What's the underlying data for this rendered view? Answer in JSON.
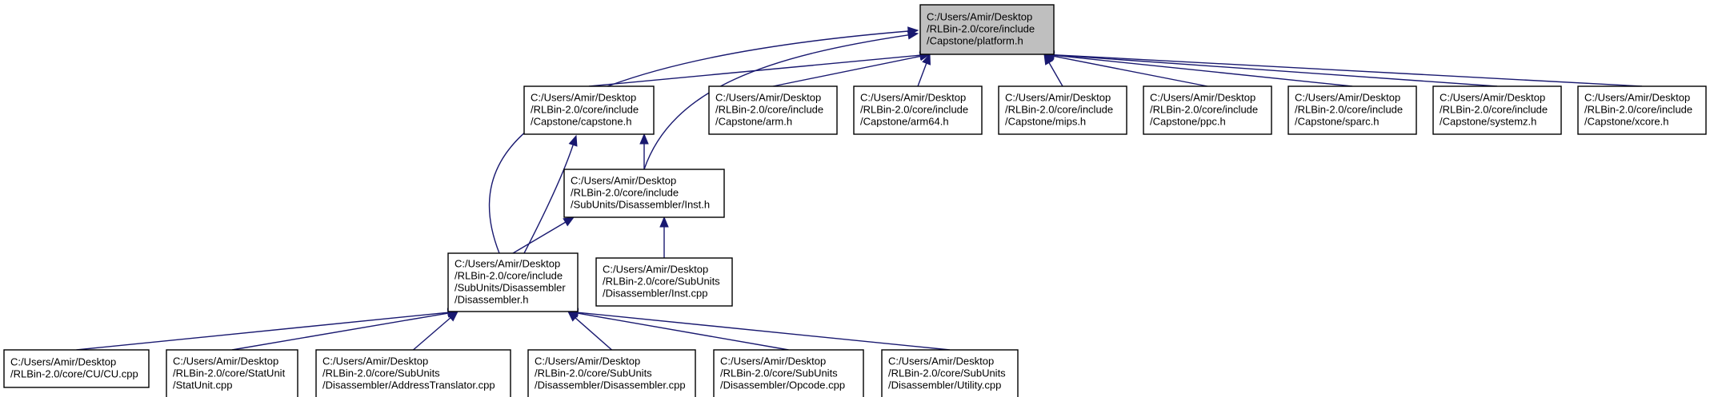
{
  "colors": {
    "node_fill": "#ffffff",
    "root_fill": "#bfbfbf",
    "node_border": "#000000",
    "edge": "#191970",
    "text": "#000000"
  },
  "graph": {
    "nodes": [
      {
        "id": "platform",
        "root": true,
        "lines": [
          "C:/Users/Amir/Desktop",
          "/RLBin-2.0/core/include",
          "/Capstone/platform.h"
        ]
      },
      {
        "id": "capstone",
        "lines": [
          "C:/Users/Amir/Desktop",
          "/RLBin-2.0/core/include",
          "/Capstone/capstone.h"
        ]
      },
      {
        "id": "arm",
        "lines": [
          "C:/Users/Amir/Desktop",
          "/RLBin-2.0/core/include",
          "/Capstone/arm.h"
        ]
      },
      {
        "id": "arm64",
        "lines": [
          "C:/Users/Amir/Desktop",
          "/RLBin-2.0/core/include",
          "/Capstone/arm64.h"
        ]
      },
      {
        "id": "mips",
        "lines": [
          "C:/Users/Amir/Desktop",
          "/RLBin-2.0/core/include",
          "/Capstone/mips.h"
        ]
      },
      {
        "id": "ppc",
        "lines": [
          "C:/Users/Amir/Desktop",
          "/RLBin-2.0/core/include",
          "/Capstone/ppc.h"
        ]
      },
      {
        "id": "sparc",
        "lines": [
          "C:/Users/Amir/Desktop",
          "/RLBin-2.0/core/include",
          "/Capstone/sparc.h"
        ]
      },
      {
        "id": "systemz",
        "lines": [
          "C:/Users/Amir/Desktop",
          "/RLBin-2.0/core/include",
          "/Capstone/systemz.h"
        ]
      },
      {
        "id": "xcore",
        "lines": [
          "C:/Users/Amir/Desktop",
          "/RLBin-2.0/core/include",
          "/Capstone/xcore.h"
        ]
      },
      {
        "id": "inst_h",
        "lines": [
          "C:/Users/Amir/Desktop",
          "/RLBin-2.0/core/include",
          "/SubUnits/Disassembler/Inst.h"
        ]
      },
      {
        "id": "disassembler_h",
        "lines": [
          "C:/Users/Amir/Desktop",
          "/RLBin-2.0/core/include",
          "/SubUnits/Disassembler",
          "/Disassembler.h"
        ]
      },
      {
        "id": "inst_cpp",
        "lines": [
          "C:/Users/Amir/Desktop",
          "/RLBin-2.0/core/SubUnits",
          "/Disassembler/Inst.cpp"
        ]
      },
      {
        "id": "cu_cpp",
        "lines": [
          "C:/Users/Amir/Desktop",
          "/RLBin-2.0/core/CU/CU.cpp"
        ]
      },
      {
        "id": "statunit_cpp",
        "lines": [
          "C:/Users/Amir/Desktop",
          "/RLBin-2.0/core/StatUnit",
          "/StatUnit.cpp"
        ]
      },
      {
        "id": "addresstranslator_cpp",
        "lines": [
          "C:/Users/Amir/Desktop",
          "/RLBin-2.0/core/SubUnits",
          "/Disassembler/AddressTranslator.cpp"
        ]
      },
      {
        "id": "disassembler_cpp",
        "lines": [
          "C:/Users/Amir/Desktop",
          "/RLBin-2.0/core/SubUnits",
          "/Disassembler/Disassembler.cpp"
        ]
      },
      {
        "id": "opcode_cpp",
        "lines": [
          "C:/Users/Amir/Desktop",
          "/RLBin-2.0/core/SubUnits",
          "/Disassembler/Opcode.cpp"
        ]
      },
      {
        "id": "utility_cpp",
        "lines": [
          "C:/Users/Amir/Desktop",
          "/RLBin-2.0/core/SubUnits",
          "/Disassembler/Utility.cpp"
        ]
      }
    ],
    "edges": [
      {
        "from": "capstone",
        "to": "platform"
      },
      {
        "from": "arm",
        "to": "platform"
      },
      {
        "from": "arm64",
        "to": "platform"
      },
      {
        "from": "mips",
        "to": "platform"
      },
      {
        "from": "ppc",
        "to": "platform"
      },
      {
        "from": "sparc",
        "to": "platform"
      },
      {
        "from": "systemz",
        "to": "platform"
      },
      {
        "from": "xcore",
        "to": "platform"
      },
      {
        "from": "inst_h",
        "to": "platform"
      },
      {
        "from": "disassembler_h",
        "to": "platform"
      },
      {
        "from": "inst_h",
        "to": "capstone"
      },
      {
        "from": "disassembler_h",
        "to": "capstone"
      },
      {
        "from": "disassembler_h",
        "to": "inst_h"
      },
      {
        "from": "inst_cpp",
        "to": "inst_h"
      },
      {
        "from": "cu_cpp",
        "to": "disassembler_h"
      },
      {
        "from": "statunit_cpp",
        "to": "disassembler_h"
      },
      {
        "from": "addresstranslator_cpp",
        "to": "disassembler_h"
      },
      {
        "from": "disassembler_cpp",
        "to": "disassembler_h"
      },
      {
        "from": "opcode_cpp",
        "to": "disassembler_h"
      },
      {
        "from": "utility_cpp",
        "to": "disassembler_h"
      }
    ]
  }
}
